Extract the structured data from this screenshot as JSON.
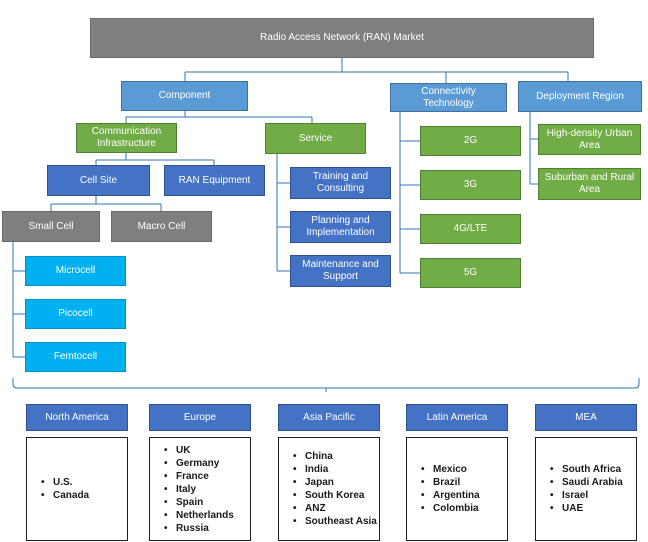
{
  "root": "Radio Access Network (RAN) Market",
  "component": {
    "title": "Component",
    "communication_infrastructure": {
      "title": "Communication Infrastructure",
      "cell_site": {
        "title": "Cell Site",
        "small_cell": {
          "title": "Small Cell",
          "items": [
            "Microcell",
            "Picocell",
            "Femtocell"
          ]
        },
        "macro_cell": "Macro Cell"
      },
      "ran_equipment": "RAN Equipment"
    },
    "service": {
      "title": "Service",
      "items": [
        "Training and Consulting",
        "Planning and Implementation",
        "Maintenance and Support"
      ]
    }
  },
  "connectivity": {
    "title": "Connectivity Technology",
    "items": [
      "2G",
      "3G",
      "4G/LTE",
      "5G"
    ]
  },
  "deployment": {
    "title": "Deployment Region",
    "items": [
      "High-density Urban Area",
      "Suburban and Rural Area"
    ]
  },
  "regions": [
    {
      "name": "North America",
      "countries": [
        "U.S.",
        "Canada"
      ]
    },
    {
      "name": "Europe",
      "countries": [
        "UK",
        "Germany",
        "France",
        "Italy",
        "Spain",
        "Netherlands",
        "Russia"
      ]
    },
    {
      "name": "Asia Pacific",
      "countries": [
        "China",
        "India",
        "Japan",
        "South Korea",
        "ANZ",
        "Southeast Asia"
      ]
    },
    {
      "name": "Latin America",
      "countries": [
        "Mexico",
        "Brazil",
        "Argentina",
        "Colombia"
      ]
    },
    {
      "name": "MEA",
      "countries": [
        "South Africa",
        "Saudi Arabia",
        "Israel",
        "UAE"
      ]
    }
  ],
  "colors": {
    "root": "#7f7f7f",
    "level1": "#5b9bd5",
    "level2": "#70ad47",
    "level3": "#4472c4",
    "cell": "#7f7f7f",
    "small_cell_items": "#00b0f0",
    "connector": "#2e75b6"
  }
}
